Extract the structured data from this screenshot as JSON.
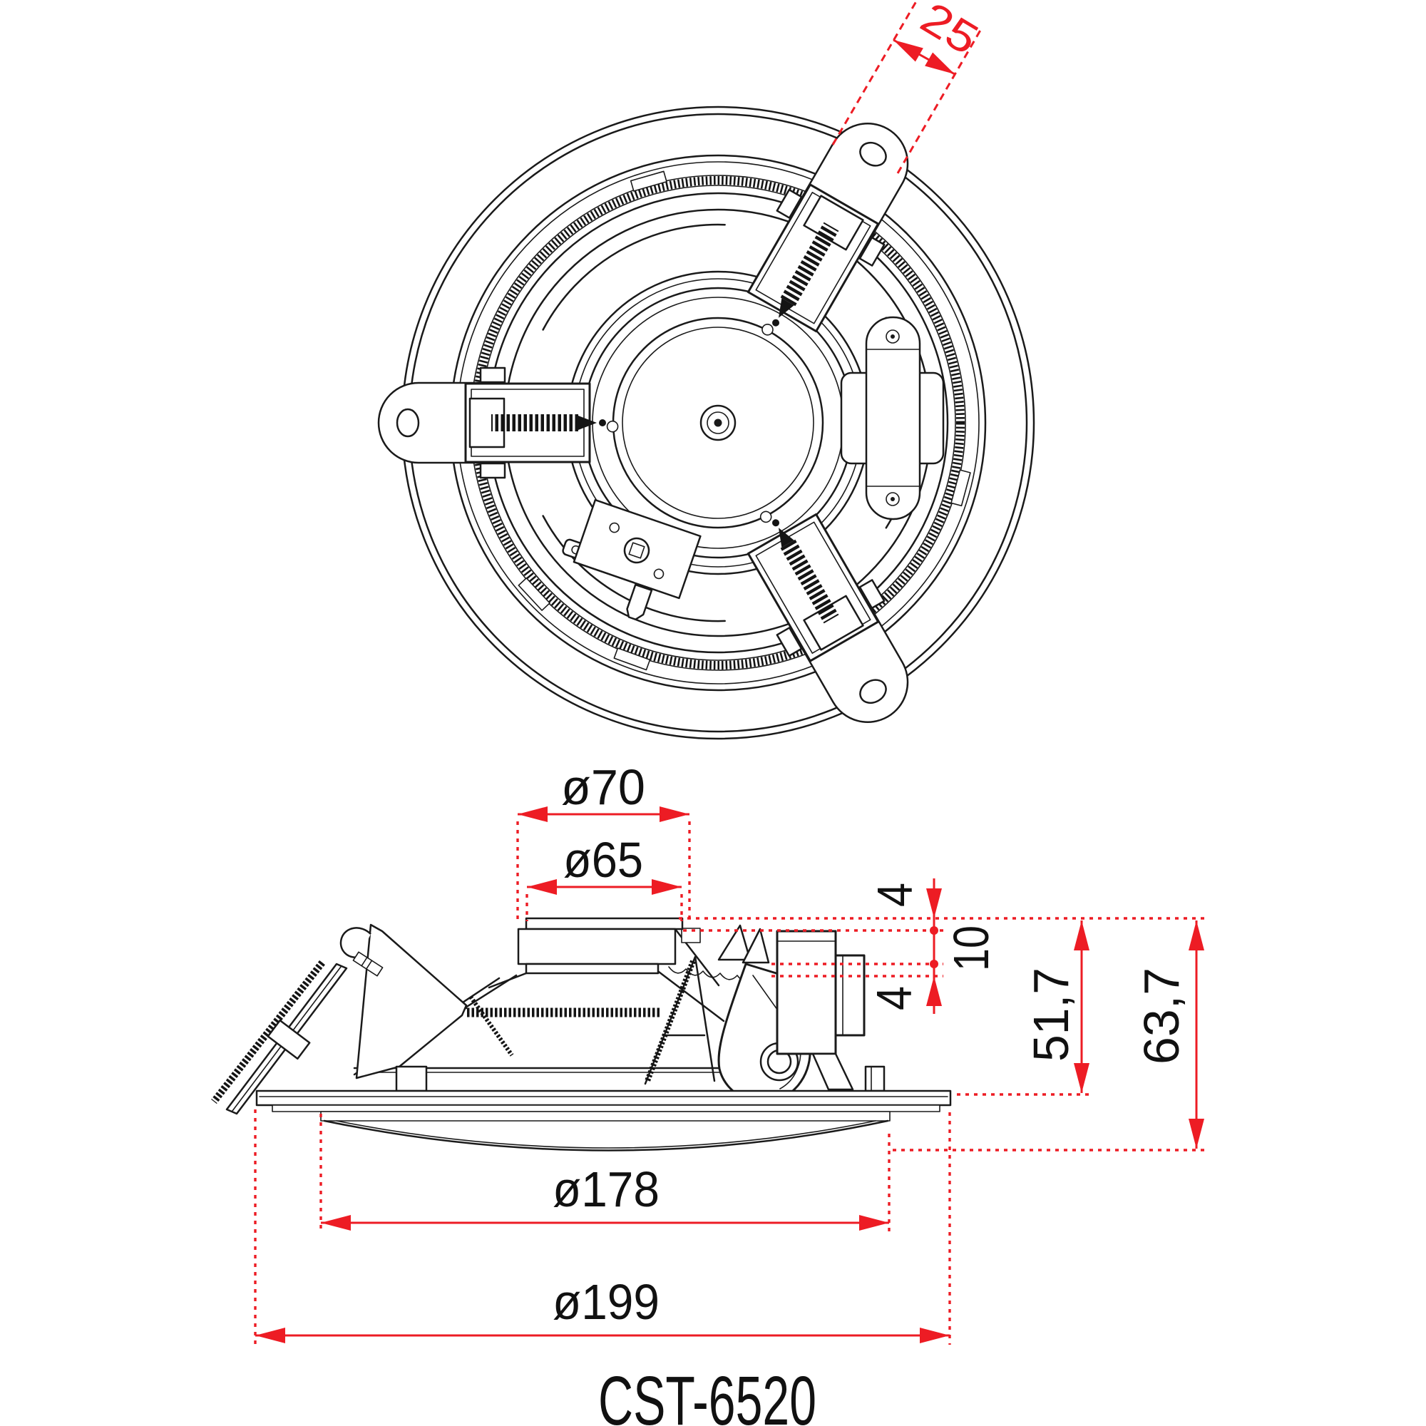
{
  "title": {
    "model": "CST-6520"
  },
  "colors": {
    "line": "#1a1a1a",
    "dimension_red": "#ed1c24",
    "label_text": "#111111",
    "background": "#ffffff"
  },
  "dimensions": {
    "clamp_width": "25",
    "magnet_front_diameter": "ø70",
    "magnet_rear_diameter": "ø65",
    "rim_offset_top": "4",
    "clamp_span": "10",
    "rim_offset_bottom": "4",
    "recess_depth": "51,7",
    "total_depth": "63,7",
    "cutout_diameter": "ø178",
    "overall_diameter": "ø199"
  }
}
